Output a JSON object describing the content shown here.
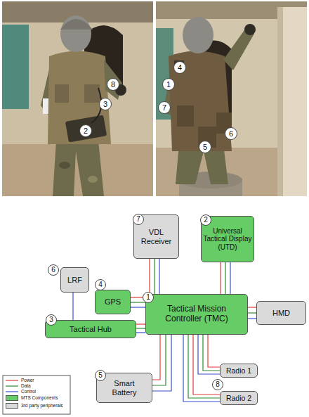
{
  "diagram": {
    "nodes": [
      {
        "text": [
          "VDL Receiver"
        ]
      },
      {
        "text": [
          "Universal Tactical Display (UTD)"
        ]
      },
      {
        "text": [
          "LRF"
        ]
      },
      {
        "text": [
          "GPS"
        ]
      },
      {
        "text": [
          "Tactical Mission Controller (TMC)"
        ]
      },
      {
        "text": [
          "HMD"
        ]
      },
      {
        "text": [
          "Tactical Hub"
        ]
      },
      {
        "text": [
          "Smart Battery"
        ]
      },
      {
        "text": [
          "Radio 1"
        ]
      },
      {
        "text": [
          "Radio 2"
        ]
      }
    ],
    "edges": [
      {
        "from": 0,
        "to": 4,
        "arrow": "none"
      },
      {
        "from": 1,
        "to": 4,
        "arrow": "none"
      },
      {
        "from": 2,
        "to": 6,
        "arrow": "none"
      },
      {
        "from": 3,
        "to": 4,
        "arrow": "none"
      },
      {
        "from": 6,
        "to": 4,
        "arrow": "none"
      },
      {
        "from": 4,
        "to": 5,
        "arrow": "none"
      },
      {
        "from": 7,
        "to": 4,
        "arrow": "none"
      },
      {
        "from": 4,
        "to": 8,
        "arrow": "none"
      },
      {
        "from": 4,
        "to": 9,
        "arrow": "none"
      }
    ],
    "labels": [
      "8",
      "3",
      "2",
      "4",
      "1",
      "7",
      "6",
      "5",
      "7",
      "2",
      "6",
      "4",
      "1",
      "3",
      "5",
      "8"
    ],
    "legend": [
      {
        "text": "Power"
      },
      {
        "text": "Data"
      },
      {
        "text": "Control"
      },
      {
        "text": "MTS Components",
        "color": "#66cc66"
      },
      {
        "text": "3rd party peripherals",
        "color": "#dadada"
      }
    ]
  }
}
